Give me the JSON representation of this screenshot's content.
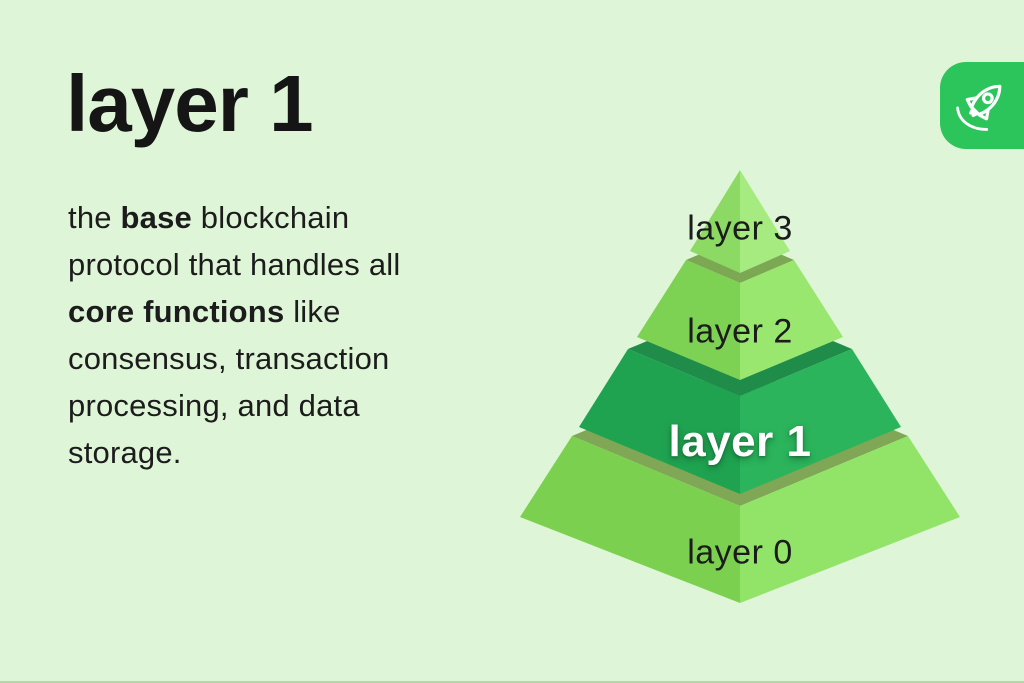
{
  "title": "layer 1",
  "description": {
    "plain_text": "the base blockchain protocol that handles all core functions like consensus, transaction processing, and data storage.",
    "segments": [
      {
        "text": "the ",
        "bold": false
      },
      {
        "text": "base",
        "bold": true
      },
      {
        "text": " blockchain\nprotocol that handles all\n",
        "bold": false
      },
      {
        "text": "core functions",
        "bold": true
      },
      {
        "text": " like\nconsensus, transaction\nprocessing, and data\nstorage.",
        "bold": false
      }
    ]
  },
  "brand_badge": {
    "icon": "rocket",
    "background": "#2BC55B",
    "icon_color": "#FFFFFF"
  },
  "pyramid": {
    "type": "layered-pyramid-diagram",
    "layers": [
      {
        "label": "layer 3",
        "left_color": "#8CD964",
        "right_color": "#A5EB7F",
        "highlighted": false
      },
      {
        "label": "layer 2",
        "left_color": "#7DD254",
        "right_color": "#99E76F",
        "top_surface": "#7CA854",
        "highlighted": false
      },
      {
        "label": "layer 1",
        "left_color": "#1FA351",
        "right_color": "#2BB45C",
        "top_surface": "#1F8C4A",
        "highlighted": true,
        "label_color": "#FFFFFF"
      },
      {
        "label": "layer 0",
        "left_color": "#7BD14F",
        "right_color": "#92E468",
        "top_surface": "#7FA755",
        "highlighted": false
      }
    ]
  },
  "colors": {
    "background": "#DFF5D8",
    "text": "#1C1C1C"
  }
}
